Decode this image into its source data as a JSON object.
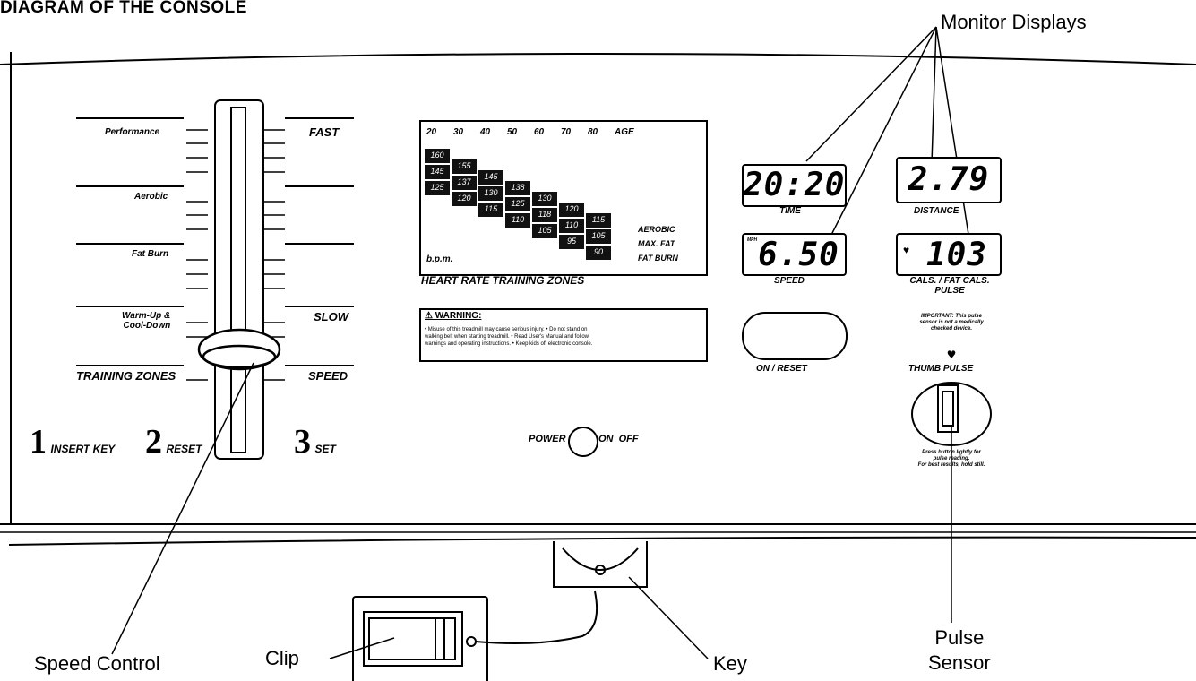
{
  "title": "DIAGRAM OF THE CONSOLE",
  "callouts": {
    "monitor_displays": "Monitor Displays",
    "speed_control": "Speed Control",
    "clip": "Clip",
    "key": "Key",
    "pulse_sensor_1": "Pulse",
    "pulse_sensor_2": "Sensor"
  },
  "slider": {
    "left_labels": [
      "Performance",
      "Aerobic",
      "Fat Burn",
      "Warm-Up &",
      "Cool-Down"
    ],
    "left_caption": "TRAINING ZONES",
    "right_top": "FAST",
    "right_mid": "SLOW",
    "right_caption": "SPEED"
  },
  "steps": [
    {
      "num": "1",
      "text": "INSERT KEY"
    },
    {
      "num": "2",
      "text": "RESET"
    },
    {
      "num": "3",
      "text": "SET"
    }
  ],
  "heart_rate": {
    "ages": [
      "20",
      "30",
      "40",
      "50",
      "60",
      "70",
      "80",
      "AGE"
    ],
    "bpm_label": "b.p.m.",
    "zones": [
      "AEROBIC",
      "MAX. FAT",
      "FAT BURN"
    ],
    "caption": "HEART RATE TRAINING ZONES",
    "columns": [
      [
        "160",
        "145",
        "125"
      ],
      [
        "155",
        "137",
        "120"
      ],
      [
        "145",
        "130",
        "115"
      ],
      [
        "138",
        "125",
        "110"
      ],
      [
        "130",
        "118",
        "105"
      ],
      [
        "120",
        "110",
        "95"
      ],
      [
        "115",
        "105",
        "90"
      ]
    ]
  },
  "warning": {
    "title": "⚠ WARNING:",
    "lines": [
      "• Misuse of this treadmill may cause serious injury. • Do not stand on",
      "walking belt when starting treadmill. • Read User's Manual and follow",
      "warnings and operating instructions. • Keep kids off electronic console."
    ]
  },
  "power": {
    "label": "POWER",
    "on_off": "ON  OFF"
  },
  "displays": {
    "time": {
      "value": "20:20",
      "label": "TIME"
    },
    "distance": {
      "value": "2.79",
      "label": "DISTANCE"
    },
    "speed": {
      "unit": "MPH",
      "value": "6.50",
      "label": "SPEED"
    },
    "cals": {
      "value": "103",
      "label_1": "CALS. / FAT CALS.",
      "label_2": "PULSE"
    }
  },
  "on_reset_label": "ON / RESET",
  "pulse_note": [
    "IMPORTANT: This pulse",
    "sensor is not a medically",
    "checked device."
  ],
  "thumb_pulse_label": "THUMB PULSE",
  "press_note": [
    "Press button lightly for",
    "pulse reading.",
    "For best results, hold still."
  ]
}
